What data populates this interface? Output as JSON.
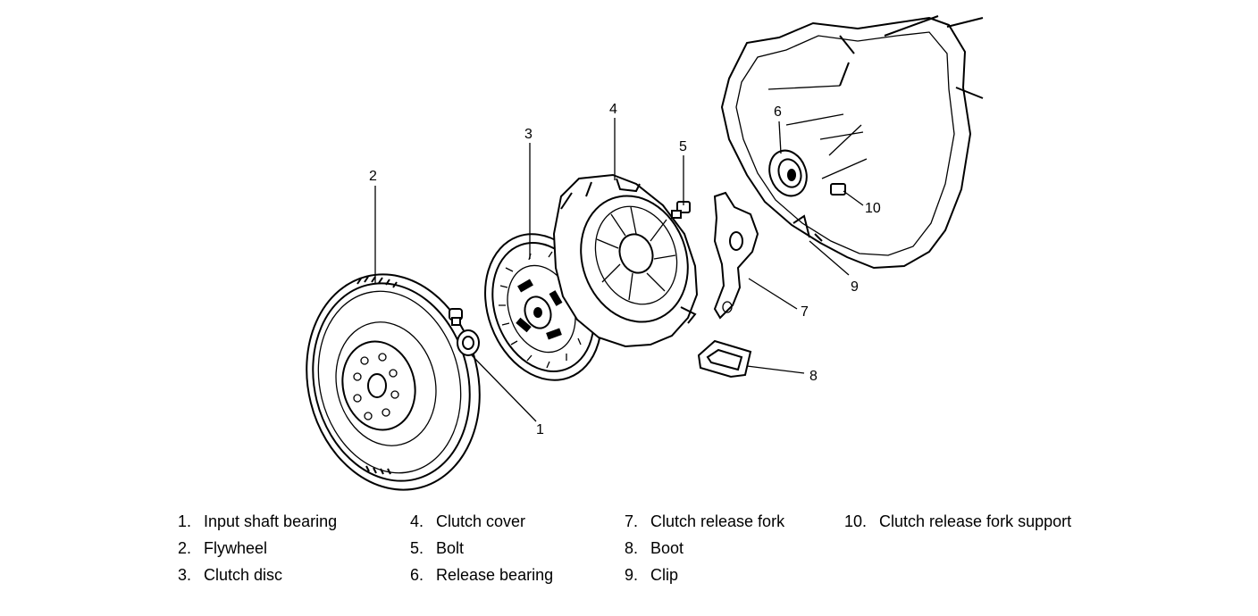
{
  "callouts": {
    "c1": "1",
    "c2": "2",
    "c3": "3",
    "c4": "4",
    "c5": "5",
    "c6": "6",
    "c7": "7",
    "c8": "8",
    "c9": "9",
    "c10": "10"
  },
  "legend": [
    {
      "num": "1.",
      "label": "Input shaft bearing"
    },
    {
      "num": "2.",
      "label": "Flywheel"
    },
    {
      "num": "3.",
      "label": "Clutch disc"
    },
    {
      "num": "4.",
      "label": "Clutch cover"
    },
    {
      "num": "5.",
      "label": "Bolt"
    },
    {
      "num": "6.",
      "label": "Release bearing"
    },
    {
      "num": "7.",
      "label": "Clutch release fork"
    },
    {
      "num": "8.",
      "label": "Boot"
    },
    {
      "num": "9.",
      "label": "Clip"
    },
    {
      "num": "10.",
      "label": "Clutch release fork support"
    }
  ]
}
